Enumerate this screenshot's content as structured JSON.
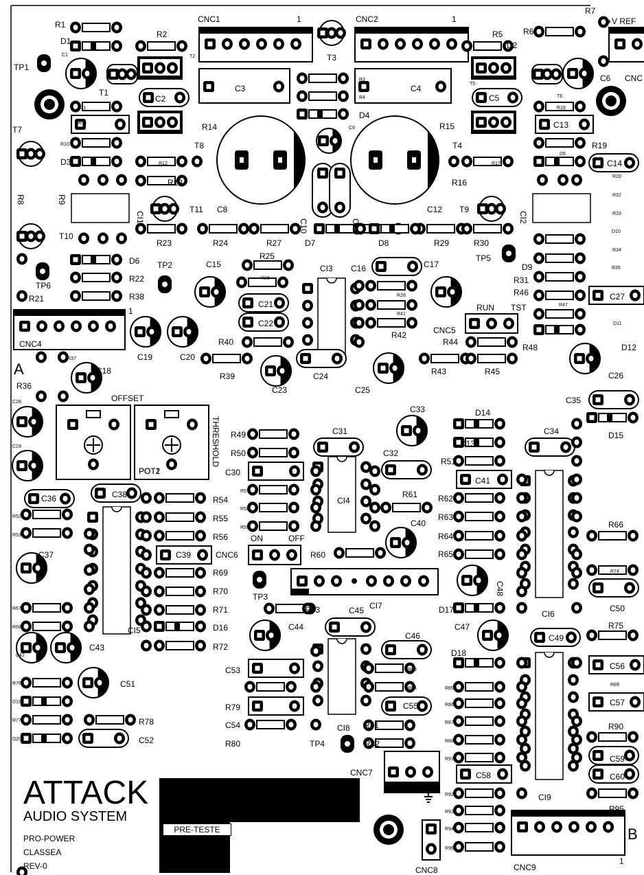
{
  "brand": {
    "title": "ATTACK",
    "subtitle": "AUDIO SYSTEM",
    "lines": [
      "PRO-POWER",
      "CLASSEA",
      "REV-0"
    ],
    "pretest": "PRE-TESTE"
  },
  "corners": {
    "a": "A",
    "b": "B"
  },
  "labels": [
    {
      "t": "R1"
    },
    {
      "t": "D1"
    },
    {
      "t": "TP1"
    },
    {
      "t": "C1"
    },
    {
      "t": "T1"
    },
    {
      "t": "R11"
    },
    {
      "t": "C7"
    },
    {
      "t": "T7"
    },
    {
      "t": "R10"
    },
    {
      "t": "D3"
    },
    {
      "t": "R8"
    },
    {
      "t": "R9"
    },
    {
      "t": "T10"
    },
    {
      "t": "D6"
    },
    {
      "t": "TP6"
    },
    {
      "t": "R22"
    },
    {
      "t": "R21"
    },
    {
      "t": "R38"
    },
    {
      "t": "CNC4"
    },
    {
      "t": "1"
    },
    {
      "t": "R2"
    },
    {
      "t": "T2"
    },
    {
      "t": "C2"
    },
    {
      "t": "R12"
    },
    {
      "t": "R13"
    },
    {
      "t": "CI1"
    },
    {
      "t": "T11"
    },
    {
      "t": "R14"
    },
    {
      "t": "CNC1"
    },
    {
      "t": "1"
    },
    {
      "t": "C3"
    },
    {
      "t": "C8"
    },
    {
      "t": "T8"
    },
    {
      "t": "R23"
    },
    {
      "t": "R24"
    },
    {
      "t": "R27"
    },
    {
      "t": "D7"
    },
    {
      "t": "TP2"
    },
    {
      "t": "C15"
    },
    {
      "t": "R25"
    },
    {
      "t": "R26"
    },
    {
      "t": "C21"
    },
    {
      "t": "C22"
    },
    {
      "t": "R40"
    },
    {
      "t": "C19"
    },
    {
      "t": "C20"
    },
    {
      "t": "R39"
    },
    {
      "t": "C23"
    },
    {
      "t": "T3"
    },
    {
      "t": "CNC2"
    },
    {
      "t": "1"
    },
    {
      "t": "R3"
    },
    {
      "t": "R4"
    },
    {
      "t": "D4"
    },
    {
      "t": "C9"
    },
    {
      "t": "C10"
    },
    {
      "t": "C11"
    },
    {
      "t": "C4"
    },
    {
      "t": "R15"
    },
    {
      "t": "T4"
    },
    {
      "t": "C12"
    },
    {
      "t": "D8"
    },
    {
      "t": "R29"
    },
    {
      "t": "CI3"
    },
    {
      "t": "C16"
    },
    {
      "t": "R28"
    },
    {
      "t": "R41"
    },
    {
      "t": "R42"
    },
    {
      "t": "C24"
    },
    {
      "t": "C25"
    },
    {
      "t": "R43"
    },
    {
      "t": "C17"
    },
    {
      "t": "CNC5"
    },
    {
      "t": "RUN"
    },
    {
      "t": "TST"
    },
    {
      "t": "R44"
    },
    {
      "t": "R45"
    },
    {
      "t": "R5"
    },
    {
      "t": "D2"
    },
    {
      "t": "T5"
    },
    {
      "t": "C5"
    },
    {
      "t": "R17"
    },
    {
      "t": "R16"
    },
    {
      "t": "T9"
    },
    {
      "t": "CI2"
    },
    {
      "t": "R30"
    },
    {
      "t": "TP5"
    },
    {
      "t": "R7"
    },
    {
      "t": "+V REF"
    },
    {
      "t": "R6"
    },
    {
      "t": "C6"
    },
    {
      "t": "CNC"
    },
    {
      "t": "T6"
    },
    {
      "t": "R18"
    },
    {
      "t": "C13"
    },
    {
      "t": "R19"
    },
    {
      "t": "D5"
    },
    {
      "t": "C14"
    },
    {
      "t": "R20"
    },
    {
      "t": "R32"
    },
    {
      "t": "R33"
    },
    {
      "t": "D10"
    },
    {
      "t": "R34"
    },
    {
      "t": "D9"
    },
    {
      "t": "R35"
    },
    {
      "t": "R31"
    },
    {
      "t": "R46"
    },
    {
      "t": "R47"
    },
    {
      "t": "C27"
    },
    {
      "t": "D11"
    },
    {
      "t": "R48"
    },
    {
      "t": "D12"
    },
    {
      "t": "C26"
    },
    {
      "t": "R36"
    },
    {
      "t": "R37"
    },
    {
      "t": "C18"
    },
    {
      "t": "OFFSET"
    },
    {
      "t": "THRESHOLD"
    },
    {
      "t": "C28"
    },
    {
      "t": "C29"
    },
    {
      "t": "POT1"
    },
    {
      "t": "POT2"
    },
    {
      "t": "C36"
    },
    {
      "t": "C38"
    },
    {
      "t": "R52"
    },
    {
      "t": "R53"
    },
    {
      "t": "C37"
    },
    {
      "t": "R67"
    },
    {
      "t": "R68"
    },
    {
      "t": "CI5"
    },
    {
      "t": "C42"
    },
    {
      "t": "C43"
    },
    {
      "t": "C51"
    },
    {
      "t": "R76"
    },
    {
      "t": "D19"
    },
    {
      "t": "R77"
    },
    {
      "t": "D20"
    },
    {
      "t": "R78"
    },
    {
      "t": "C52"
    },
    {
      "t": "R54"
    },
    {
      "t": "R55"
    },
    {
      "t": "R56"
    },
    {
      "t": "C39"
    },
    {
      "t": "CNC6"
    },
    {
      "t": "R69"
    },
    {
      "t": "R70"
    },
    {
      "t": "R71"
    },
    {
      "t": "D16"
    },
    {
      "t": "R72"
    },
    {
      "t": "R49"
    },
    {
      "t": "R50"
    },
    {
      "t": "C30"
    },
    {
      "t": "R57"
    },
    {
      "t": "R58"
    },
    {
      "t": "R59"
    },
    {
      "t": "ON"
    },
    {
      "t": "OFF"
    },
    {
      "t": "C31"
    },
    {
      "t": "CI4"
    },
    {
      "t": "C32"
    },
    {
      "t": "R61"
    },
    {
      "t": "C33"
    },
    {
      "t": "C40"
    },
    {
      "t": "R60"
    },
    {
      "t": "TP3"
    },
    {
      "t": "CI7"
    },
    {
      "t": "R73"
    },
    {
      "t": "C44"
    },
    {
      "t": "C45"
    },
    {
      "t": "C46"
    },
    {
      "t": "R83"
    },
    {
      "t": "R84"
    },
    {
      "t": "C55"
    },
    {
      "t": "C53"
    },
    {
      "t": "R79"
    },
    {
      "t": "C54"
    },
    {
      "t": "R80"
    },
    {
      "t": "CI8"
    },
    {
      "t": "R81"
    },
    {
      "t": "R82"
    },
    {
      "t": "TP4"
    },
    {
      "t": "CNC7"
    },
    {
      "t": "−"
    },
    {
      "t": "+"
    },
    {
      "t": "CNC8"
    },
    {
      "t": "D14"
    },
    {
      "t": "D13"
    },
    {
      "t": "R51"
    },
    {
      "t": "C41"
    },
    {
      "t": "R62"
    },
    {
      "t": "R63"
    },
    {
      "t": "R64"
    },
    {
      "t": "R65"
    },
    {
      "t": "C48"
    },
    {
      "t": "D17"
    },
    {
      "t": "C47"
    },
    {
      "t": "D18"
    },
    {
      "t": "R85"
    },
    {
      "t": "R86"
    },
    {
      "t": "R87"
    },
    {
      "t": "R88"
    },
    {
      "t": "R91"
    },
    {
      "t": "C58"
    },
    {
      "t": "R92"
    },
    {
      "t": "R93"
    },
    {
      "t": "R94"
    },
    {
      "t": "R96"
    },
    {
      "t": "CNC9"
    },
    {
      "t": "1"
    },
    {
      "t": "C34"
    },
    {
      "t": "CI6"
    },
    {
      "t": "R66"
    },
    {
      "t": "R74"
    },
    {
      "t": "C50"
    },
    {
      "t": "C35"
    },
    {
      "t": "D15"
    },
    {
      "t": "R75"
    },
    {
      "t": "C49"
    },
    {
      "t": "C56"
    },
    {
      "t": "R89"
    },
    {
      "t": "C57"
    },
    {
      "t": "R90"
    },
    {
      "t": "C59"
    },
    {
      "t": "C60"
    },
    {
      "t": "CI9"
    },
    {
      "t": "R95"
    }
  ]
}
